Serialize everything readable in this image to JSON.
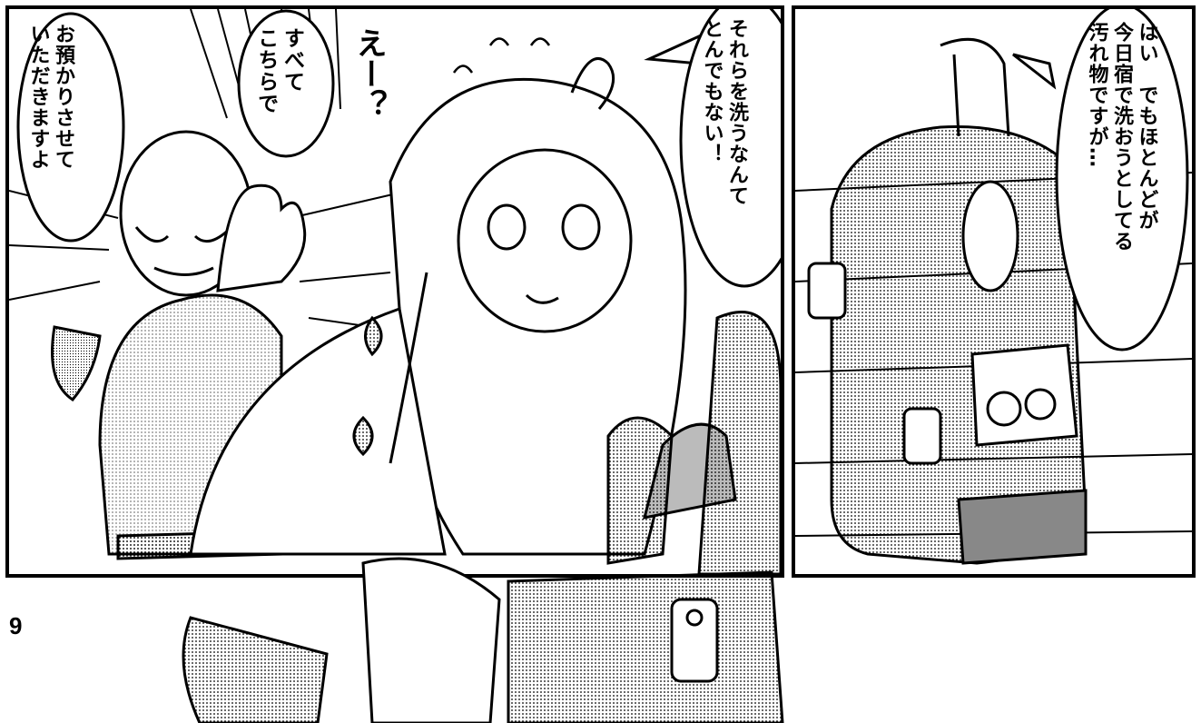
{
  "page": {
    "number": "9"
  },
  "panels": [
    {
      "id": "left",
      "bubbles": [
        {
          "text": "お預かりさせて\nいただきますよ"
        },
        {
          "text": "すべて\nこちらで"
        },
        {
          "text": "それらを洗うなんて\nとんでもない！"
        }
      ],
      "sfx": [
        {
          "text": "えー？"
        }
      ]
    },
    {
      "id": "right",
      "bubbles": [
        {
          "text": "はい　でもほとんどが\n今日宿で洗おうとしてる\n汚れ物ですが…"
        }
      ]
    }
  ],
  "colors": {
    "ink": "#000000",
    "paper": "#ffffff",
    "tone": "#9a9a9a"
  }
}
